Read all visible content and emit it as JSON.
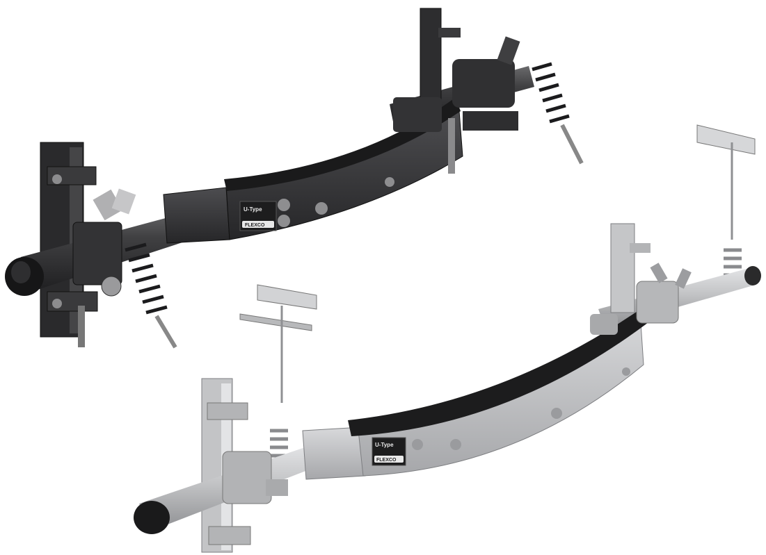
{
  "scene": {
    "background": "#ffffff",
    "dark_finish": "#2f2f31",
    "dark_highlight": "#5a5a5c",
    "galvanized_finish": "#b9babc",
    "galvanized_highlight": "#e2e3e5",
    "rubber_blade": "#1e1e1f"
  },
  "cleaner_dark": {
    "label_model": "U-Type",
    "label_brand": "FLEXCO"
  },
  "cleaner_light": {
    "label_model": "U-Type",
    "label_brand": "FLEXCO"
  }
}
